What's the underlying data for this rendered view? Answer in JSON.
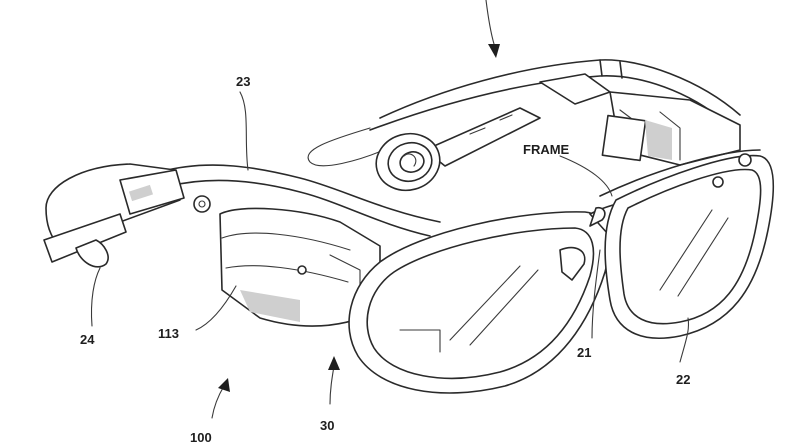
{
  "labels": {
    "frame": "FRAME",
    "l23": "23",
    "l24": "24",
    "l113": "113",
    "l21": "21",
    "l22": "22",
    "l30": "30",
    "l100": "100"
  }
}
